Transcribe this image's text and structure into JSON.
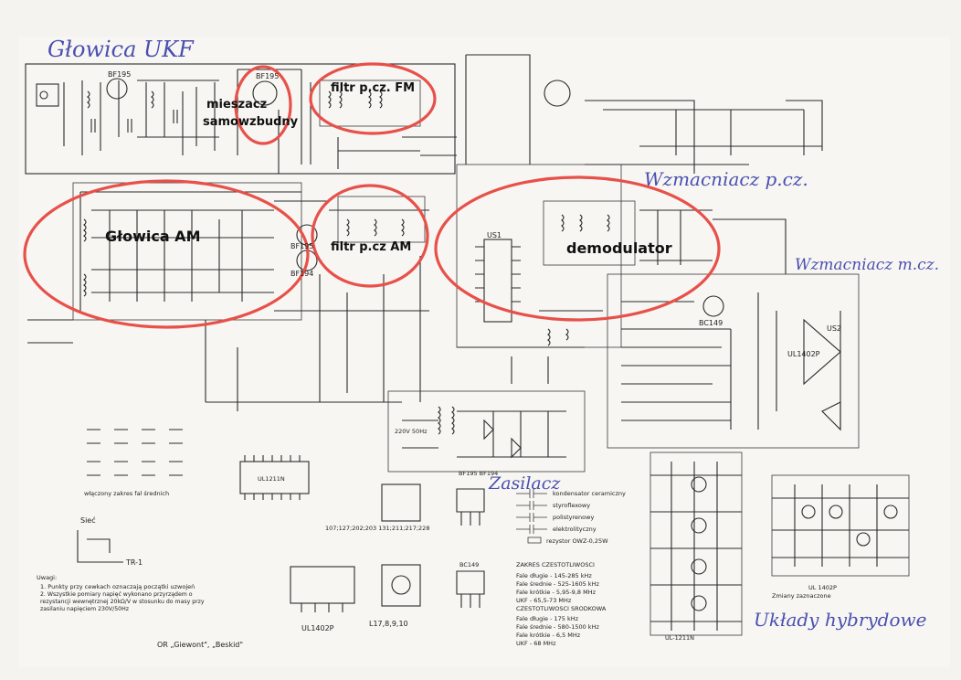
{
  "handwritten": {
    "ukf": "Głowica UKF",
    "wzm_pcz": "Wzmacniacz p.cz.",
    "wzm_mcz": "Wzmacniacz m.cz.",
    "zasilacz": "Zasilacz",
    "hybrydowe": "Układy hybrydowe"
  },
  "annotations": {
    "mieszacz": [
      "mieszacz",
      "samowzbudny"
    ],
    "filtr_fm": "filtr p.cz. FM",
    "glowica_am": "Głowica AM",
    "filtr_am": "filtr p.cz AM",
    "demodulator": "demodulator"
  },
  "transistors": [
    "BF195",
    "BF195",
    "BF195",
    "BF194",
    "BC149"
  ],
  "ic_labels": [
    "US1",
    "US2",
    "UL1211N",
    "UL1402P"
  ],
  "legend": {
    "title": "ZAKRES CZESTOTLIWOSCI",
    "items": [
      "kondensator ceramiczny",
      "styroflexowy",
      "polistyrenowy",
      "elektrolityczny",
      "rezystor OWZ-0,25W"
    ],
    "ranges": [
      "Fale długie - 145-285 kHz",
      "Fale średnie - 525-1605 kHz",
      "Fale krótkie - 5,95-9,8 MHz",
      "UKF - 65,5-73 MHz"
    ],
    "range2_title": "CZESTOTLIWOSCI SRODKOWA",
    "ranges2": [
      "Fale długie - 175 kHz",
      "Fale średnie - 580-1500 kHz",
      "Fale krótkie - 6,5 MHz",
      "UKF - 68 MHz"
    ]
  },
  "notes": {
    "uwagi": "Uwagi:",
    "n1": "1. Punkty przy cewkach oznaczają początki uzwojeń",
    "n2": "2. Wszystkie pomiary napięć wykonano przyrządem o rezystancji wewnętrznej 20kΩ/V w stosunku do masy przy zasilaniu napięciem 230V/50Hz"
  },
  "footer": "OR „Giewont\", „Beskid\"",
  "bottom_labels": [
    "włączony zakres fal średnich",
    "UL1211N",
    "UL1402P",
    "L17,8,9,10",
    "BC149",
    "Sieć",
    "TR-1",
    "UL 1402P",
    "UL-1211N",
    "Zmiany zaznaczone"
  ],
  "misc": {
    "coils": "107;127;202;203 131;211;217;228",
    "tx": "BF195 BF194",
    "power": "220V 50Hz"
  }
}
